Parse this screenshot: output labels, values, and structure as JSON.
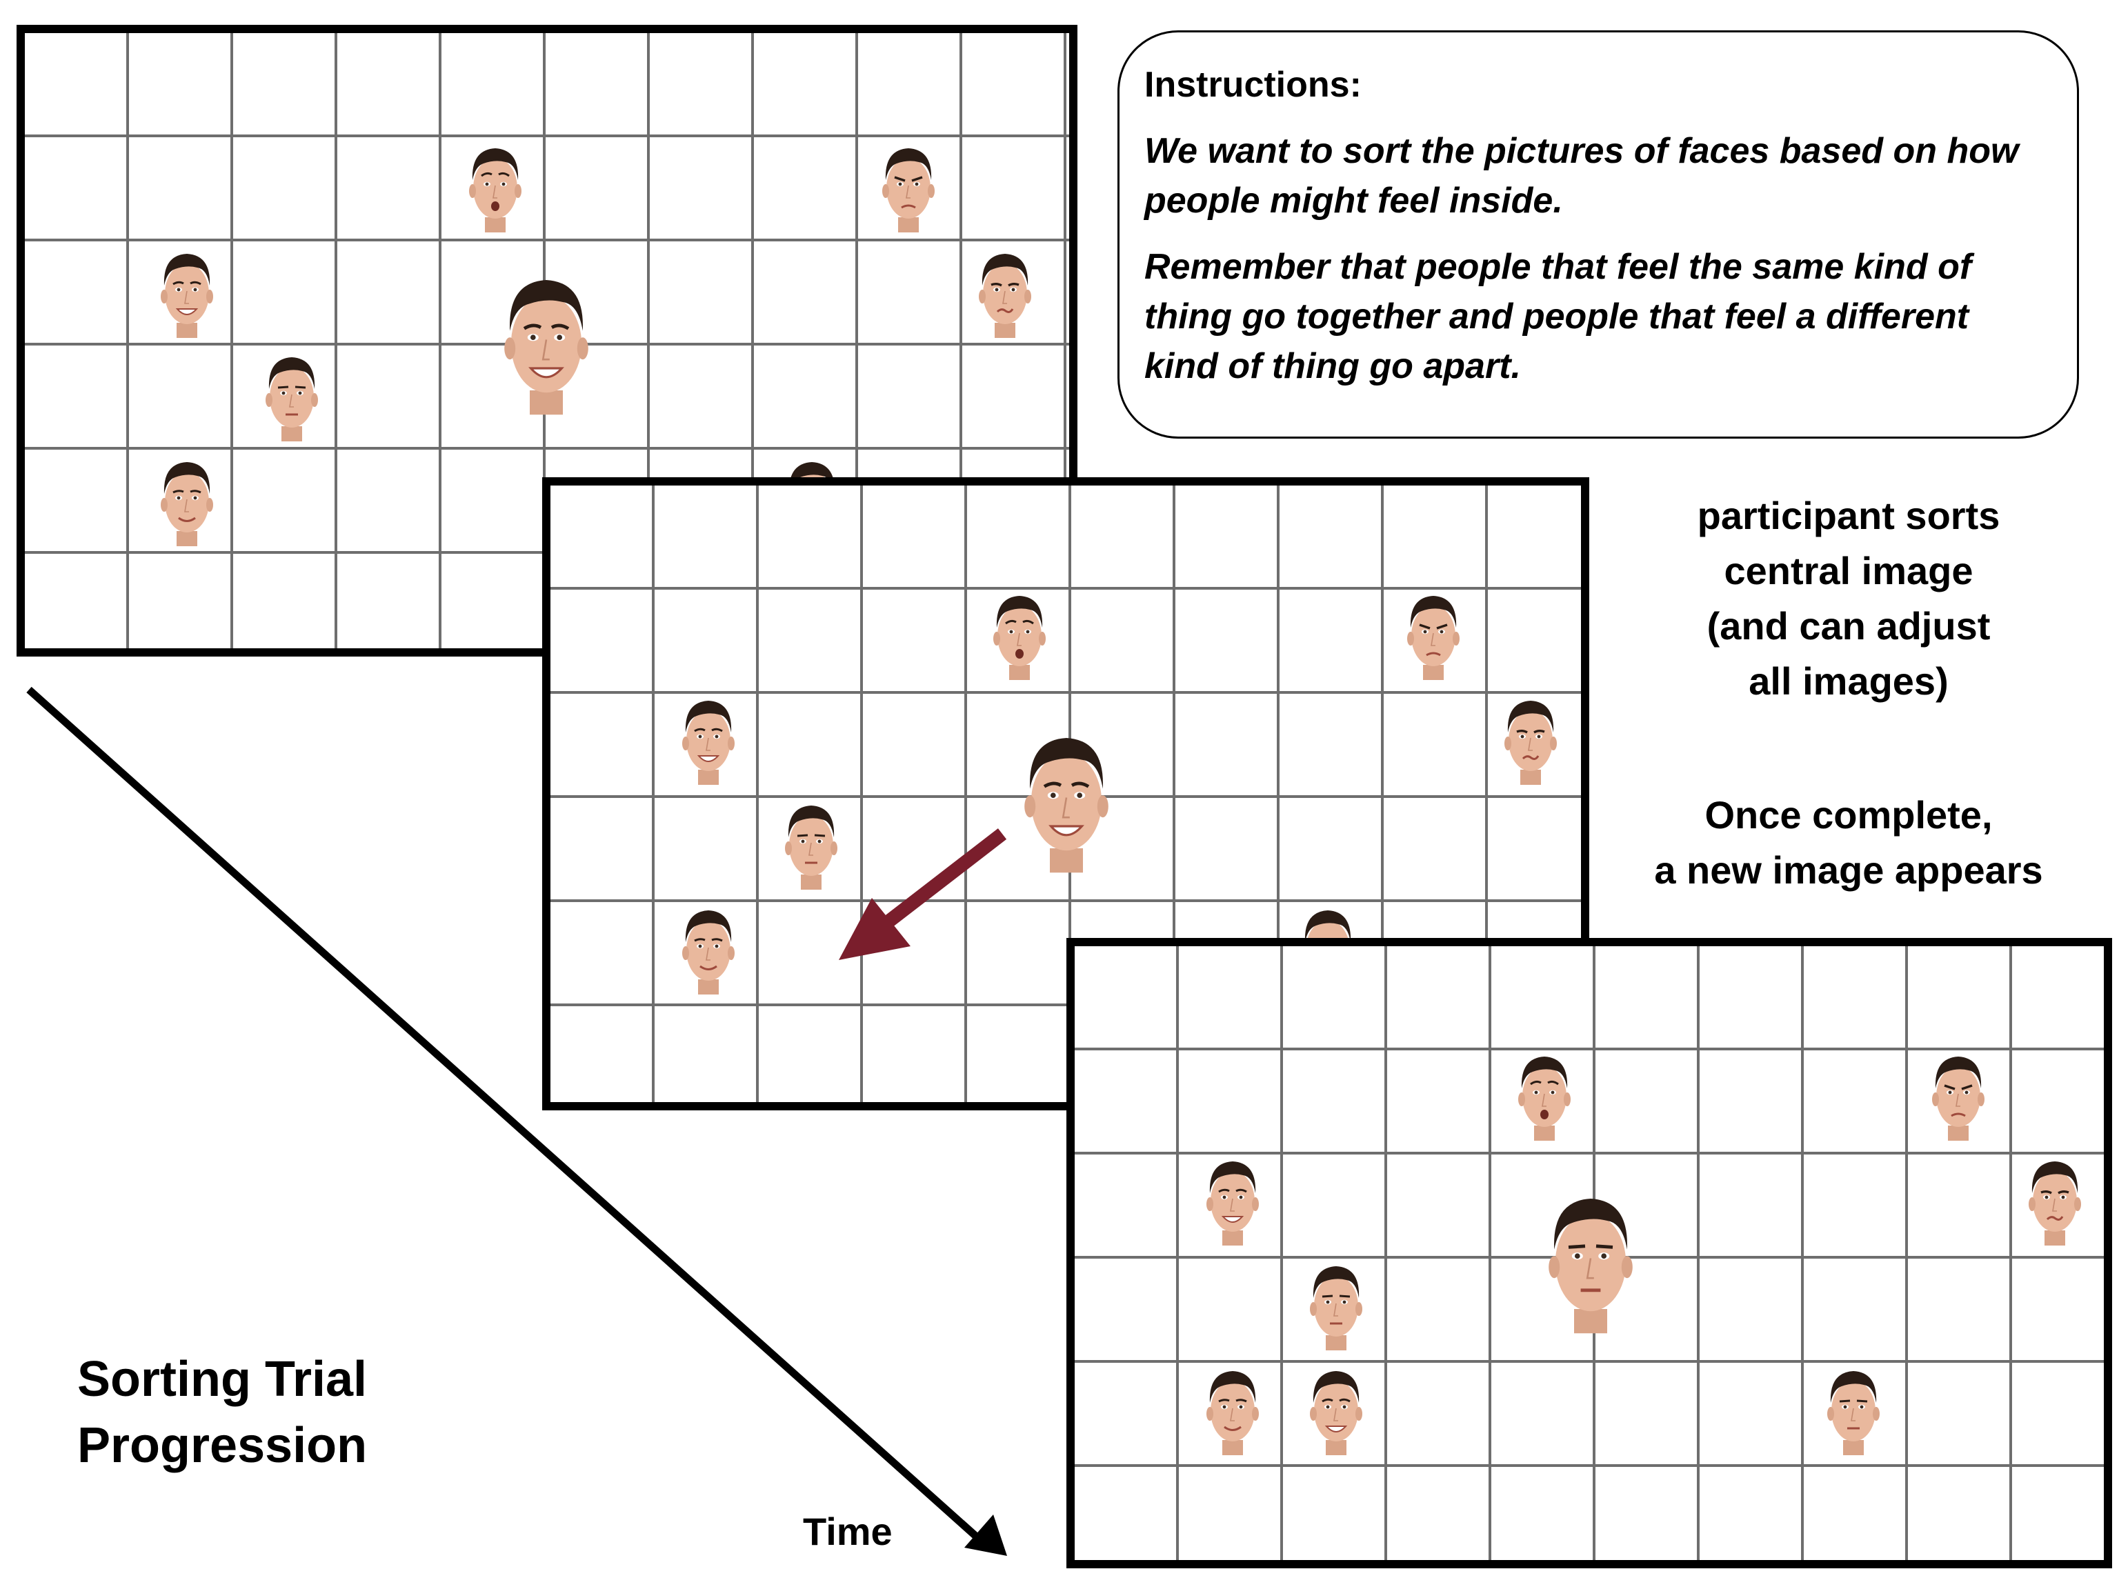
{
  "instructions": {
    "title": "Instructions:",
    "paragraph_1": "We want to sort the pictures of faces based on how people might feel inside.",
    "paragraph_2": "Remember that people that feel the same kind of thing go together and people that feel a different kind of thing go apart."
  },
  "annotations": {
    "step_text_1": [
      "participant sorts",
      "central image",
      "(and can adjust",
      "all images)"
    ],
    "step_text_2": [
      "Once complete,",
      "a new image appears"
    ]
  },
  "figure_label": [
    "Sorting Trial",
    "Progression"
  ],
  "time_label": "Time",
  "colors": {
    "grid_line": "#6e6e6e",
    "panel_border": "#000000",
    "drag_arrow": "#7a1e2c",
    "skin": "#e9b89d",
    "hair": "#2a1c15"
  },
  "grid": {
    "columns": 10,
    "rows": 6
  },
  "panels": [
    {
      "step": 1,
      "central_expression": "happy",
      "action": "none"
    },
    {
      "step": 2,
      "central_expression": "happy",
      "action": "drag-to-lower-left"
    },
    {
      "step": 3,
      "central_expression": "neutral",
      "action": "none"
    }
  ],
  "face_expressions": [
    "surprised",
    "angry",
    "happy",
    "disgusted",
    "neutral",
    "smiling"
  ]
}
